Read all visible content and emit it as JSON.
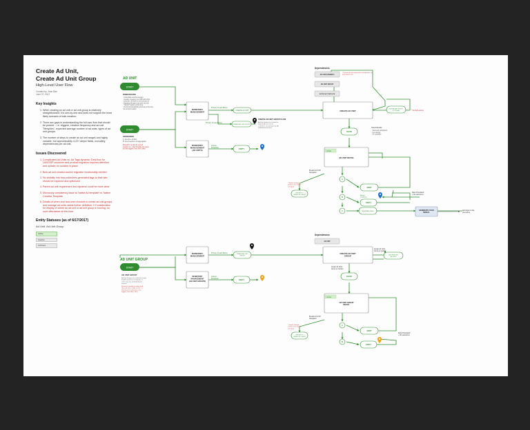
{
  "doc": {
    "title_line1": "Create Ad Unit,",
    "title_line2": "Create Ad Unit Group",
    "subtitle": "High-Level User Flow",
    "created_by": "Created by: Jean Bae",
    "date": "June 07, 2017"
  },
  "insights": {
    "heading": "Key Insights",
    "items": [
      "While creating an ad unit or ad unit group is relatively straightforward, it is one-by-one and does not support the more likely scenario of bulk creation.",
      "There are gaps in understanding the full user flow that should be probed – i.e. triggers, creation frequency and ad unit \"lifecycles\", expected average number of ad units, types of ad unit groups.",
      "The number of steps to create an ad unit ranges and highly variable, but approximately 4-22+ steps/ fields, excluding dependencies per ad unit."
    ]
  },
  "issues": {
    "heading": "Issues Discovered",
    "items": [
      "Complicated Ad Units vs. Ad Tags dynamic; Deal flow for UAS/SSP customer and product migration requires attention and update; no solution in place.",
      "Bulk ad unit creation and/or migration functionality needed",
      "No visibility into how publishers generated tags to their site; should be explored and optimized",
      "Parent ad unit requirement and dynamic could be more clear",
      "Microcopy consistency issue w/ Native Ad template vs. Native Creative Template",
      "Details of when and how user chooses to create ad unit groups and manage ad units needs further definition. // Consideration for display of where an ad unit or ad unit group is running; no such affordance at this time."
    ]
  },
  "entity": {
    "heading": "Entity Statuses (as of 6/17/2017)",
    "sub": "Ad Unit, Ad Unit Group",
    "legend": [
      "Active",
      "Inactive",
      "Archived"
    ]
  },
  "flow_ad_unit": {
    "section_label": "AD UNIT",
    "start_top": "START",
    "start_bottom": "START",
    "dimensions_head": "DIMENSIONS",
    "dimensions_text": [
      "· Could take months to begin",
      "· Usually, inventory is a SSP with UAS",
      "  customer, will have a new process of",
      "  migrating all tags to ad units via bulk",
      "· \"launch\" feature at this time",
      "· No formal onboarding process at this time",
      "  for ad unit creation"
    ],
    "ordering_head": "ORDERING",
    "ordering_text": [
      "A. New Ext. Ad Slot",
      "B. New Customer Ad aggregation"
    ],
    "research_note": [
      "Research needed for ad unit",
      "creation (i.e. what time/day are users",
      "ad unit triggers; how often, who)"
    ],
    "inv_mgmt": [
      "INVENTORY",
      "MANAGEMENT"
    ],
    "inv_mgmt_ad_units": [
      "INVENTORY",
      "MANAGEMENT",
      "(AD UNITS)"
    ],
    "primary_create": "Primary Create Button",
    "create_ad_unit_btn": "CREATE AD UNIT",
    "primary_create2": "Primary Create Button",
    "create_ad_unit_group_btn": "CREATE AD UNIT GROUP",
    "flow_note_head": "CREATE AD UNIT GROUP FLOW",
    "flow_note_text": [
      "Ad Unit Groups are created to",
      "help bundle ad units to",
      "customers' to inventory e.g. All",
      "leaderboard ad units"
    ],
    "actions_dropdown": [
      "Actions",
      "Dropdown"
    ],
    "copy": "COPY",
    "dependencies_head": "Dependencies",
    "dep1": "AD UNIT (PARENT)",
    "dep2": "AD UNIT GROUP",
    "dep3": "NATIVE AD TEMPLATE",
    "dep_note": [
      "* Parent ad unit requirement and dynamic not",
      "particularly clear"
    ],
    "create_ad_unit_card": [
      "CREATE AD UNIT"
    ],
    "add_ad_unit_group": [
      "ADD AD UNIT GROUP",
      "(OPTIONAL)"
    ],
    "no_bulk": "* No bulk actions",
    "save": "SAVE",
    "steps_head": "Steps/Fields",
    "steps_text": [
      "· Varies ad unit/options",
      "· 4+ required",
      "· 22+ possible"
    ],
    "active": "Active",
    "detail": "AD UNIT DETAIL",
    "breadcrumb": [
      "Breadcrumb OR",
      "Navigation"
    ],
    "seems_note": [
      "* Seems strange",
      "unclear next step or",
      "user goal"
    ],
    "return_inv": [
      "RETURN TO",
      "INVENTORY MGMT"
    ],
    "a": "A",
    "b": "B",
    "c": "C",
    "edit": "EDIT",
    "copy2": "COPY",
    "actions_dropdown2": [
      "Actions",
      "Dropdown"
    ],
    "generate_tags_btn": "GENERATE TAGS",
    "data_populated": [
      "Data Populated",
      "+ All selections"
    ],
    "generate_modal": [
      "GENERATE TAGS",
      "MODAL"
    ],
    "add_tags_note": [
      "Add tags to site",
      "procedure"
    ]
  },
  "flow_ad_unit_group": {
    "section_label": "AD UNIT GROUP",
    "start": "START",
    "info_head": "AD UNIT GROUP",
    "info_text": [
      "Ad Unit Groups are created to simply",
      "bundle ad units to \"proposals\" in",
      "some way, e.g. all leaderboard",
      "ad units"
    ],
    "research_note": [
      "Research needed to understand",
      "why and when single ad-hoc / or",
      "what business operation units",
      "trigger); how often, who)"
    ],
    "inv_mgmt": [
      "INVENTORY",
      "MANAGEMENT"
    ],
    "inv_mgmt_groups": [
      "INVENTORY",
      "MANAGEMENT",
      "(AD UNIT GROUPS)"
    ],
    "primary_create": "Primary Create Button",
    "create_group_btn": [
      "CREATE AD UNIT",
      "GROUP"
    ],
    "actions_dropdown": [
      "Actions",
      "Dropdown"
    ],
    "copy": "COPY",
    "dependencies_head": "Dependencies",
    "dep1": "AD UNIT",
    "create_group_card": [
      "CREATE AD UNIT",
      "GROUP"
    ],
    "assign_note": [
      "Assign Ad Units,",
      "Active or Inactive"
    ],
    "add_existing": [
      "ADD EXISTING",
      "AD UNITS"
    ],
    "assign_note2": [
      "Assign Ad Units,",
      "Active or Inactive"
    ],
    "save": "SAVE",
    "active": "Active",
    "detail": [
      "AD UNIT GROUP",
      "DETAIL"
    ],
    "breadcrumb": [
      "Breadcrumb OR",
      "Navigation"
    ],
    "seems_note": [
      "* Seems strange",
      "unclear next step or",
      "user goal"
    ],
    "return_inv": [
      "RETURN TO",
      "INVENTORY MGMT"
    ],
    "a": "A",
    "b": "B",
    "edit": "EDIT",
    "copy2": "COPY",
    "data_populated": [
      "Data Populated",
      "+ All selections"
    ]
  },
  "colors": {
    "green": "#2e8b2e",
    "green_light": "#d3efcc",
    "red": "#c23030",
    "blue": "#1c6fc9",
    "orange": "#f0a418",
    "box_border": "#8a8a8a",
    "dep_fill": "#e6e6e6",
    "modal_fill": "#dfe7f3"
  }
}
